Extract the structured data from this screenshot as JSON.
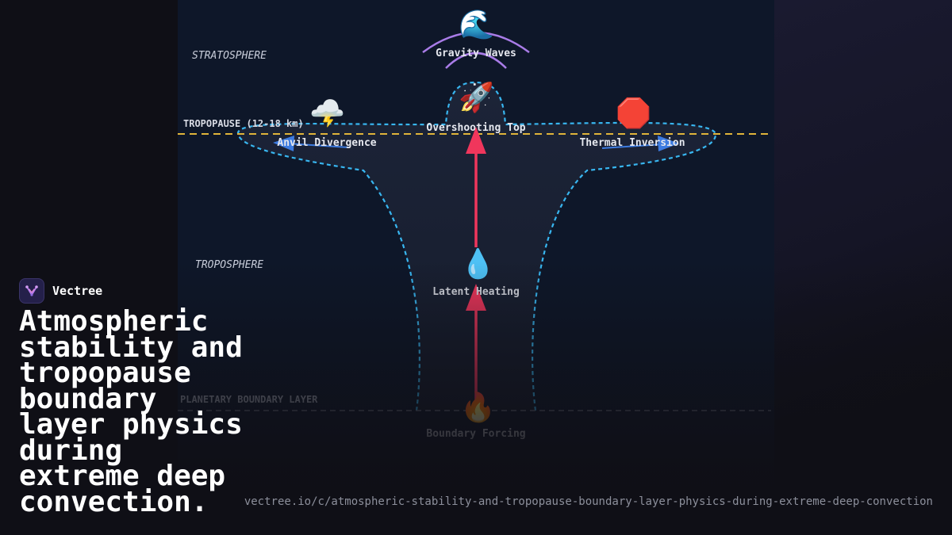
{
  "brand": {
    "name": "Vectree",
    "logo_icon": "vectree-logo-icon"
  },
  "title": "Atmospheric stability and tropopause boundary layer physics during extreme deep convection.",
  "url": "vectree.io/c/atmospheric-stability-and-tropopause-boundary-layer-physics-during-extreme-deep-convection",
  "colors": {
    "panel": "#0e1729",
    "cloud_outline": "#38b6f0",
    "tropopause_line": "#e0b43a",
    "updraft": "#f0365c",
    "divergence_arrow": "#3d7be0",
    "gravity_waves": "#a97ce8"
  },
  "diagram": {
    "layers": {
      "stratosphere": "STRATOSPHERE",
      "tropopause": "TROPOPAUSE (12-18 km)",
      "troposphere": "TROPOSPHERE",
      "planetary_boundary_layer": "PLANETARY BOUNDARY LAYER"
    },
    "nodes": [
      {
        "id": "gravity-waves",
        "label": "Gravity Waves",
        "icon": "water-wave-icon",
        "glyph": "🌊"
      },
      {
        "id": "overshooting-top",
        "label": "Overshooting Top",
        "icon": "rocket-icon",
        "glyph": "🚀"
      },
      {
        "id": "anvil-divergence",
        "label": "Anvil Divergence",
        "icon": "thunder-cloud-icon",
        "glyph": "🌩️"
      },
      {
        "id": "thermal-inversion",
        "label": "Thermal Inversion",
        "icon": "stop-sign-icon",
        "glyph": "🛑"
      },
      {
        "id": "latent-heating",
        "label": "Latent Heating",
        "icon": "droplet-icon",
        "glyph": "💧"
      },
      {
        "id": "boundary-forcing",
        "label": "Boundary Forcing",
        "icon": "fire-icon",
        "glyph": "🔥"
      }
    ]
  }
}
